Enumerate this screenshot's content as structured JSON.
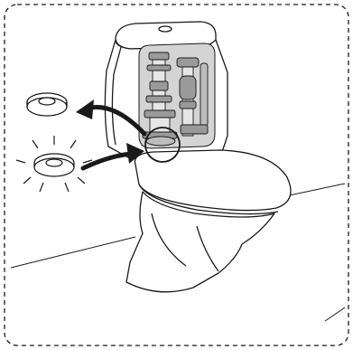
{
  "diagram": {
    "kind": "instruction-illustration",
    "subject": "toilet-cistern-flush-valve-seal-replacement",
    "frame_style": "dashed-rounded-border",
    "colors": {
      "line": "#1a1a1a",
      "cistern_interior": "#d4d4d4",
      "valve_parts": "#9a9a9a",
      "background": "#ffffff"
    },
    "parts": [
      {
        "id": "old-seal",
        "icon": "washer-icon"
      },
      {
        "id": "new-seal",
        "icon": "washer-sparkle-icon"
      },
      {
        "id": "removal-arrow",
        "icon": "curved-arrow-icon"
      },
      {
        "id": "install-arrow",
        "icon": "curved-arrow-icon"
      },
      {
        "id": "detail-highlight",
        "icon": "circle-callout-icon"
      }
    ]
  }
}
